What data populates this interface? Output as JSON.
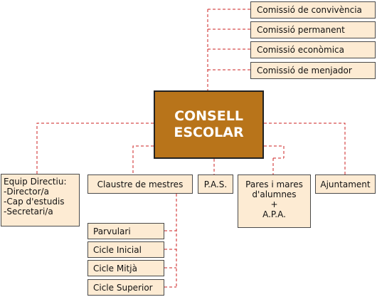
{
  "colors": {
    "connector": "#cc2222",
    "box_fill": "#fdebd3",
    "box_border": "#4a4a4a",
    "main_fill": "#b8741a",
    "main_text": "#ffffff"
  },
  "main": {
    "line1": "CONSELL",
    "line2": "ESCOLAR"
  },
  "commissions": [
    "Comissió de convivència",
    "Comissió permanent",
    "Comissió econòmica",
    "Comissió de menjador"
  ],
  "equip": {
    "title": "Equip Directiu:",
    "members": [
      "-Director/a",
      "-Cap d'estudis",
      "-Secretari/a"
    ]
  },
  "claustre": "Claustre de mestres",
  "pas": "P.A.S.",
  "pares": {
    "line1": "Pares i mares",
    "line2": "d'alumnes",
    "line3": "+",
    "line4": "A.P.A."
  },
  "ajuntament": "Ajuntament",
  "cicles": [
    "Parvulari",
    "Cicle Inicial",
    "Cicle Mitjà",
    "Cicle Superior"
  ]
}
